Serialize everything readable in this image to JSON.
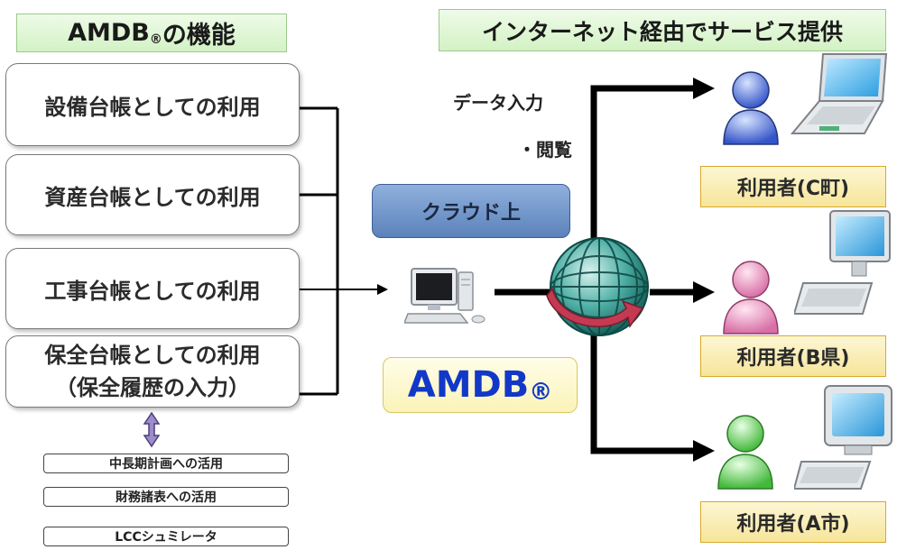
{
  "left_title": {
    "main": "AMDB",
    "mark": "®",
    "suffix": "の機能"
  },
  "right_title": "インターネット経由でサービス提供",
  "functions": [
    {
      "line1": "設備台帳としての利用",
      "line2": ""
    },
    {
      "line1": "資産台帳としての利用",
      "line2": ""
    },
    {
      "line1": "工事台帳としての利用",
      "line2": ""
    },
    {
      "line1": "保全台帳としての利用",
      "line2": "（保全履歴の入力）"
    }
  ],
  "sub_uses": [
    "中長期計画への活用",
    "財務諸表への活用",
    "LCCシュミレータ"
  ],
  "data_input": {
    "line1": "データ入力",
    "line2": "・閲覧"
  },
  "cloud_label": "クラウド上",
  "amdb_logo": {
    "text": "AMDB",
    "mark": "®"
  },
  "users": [
    "利用者(C町)",
    "利用者(B県)",
    "利用者(A市)"
  ],
  "icons": {
    "server": "desktop-computer-icon",
    "globe": "globe-icon",
    "user_colors": [
      "#4a73d9",
      "#e58fc0",
      "#5fcf5a"
    ],
    "devices": [
      "laptop-icon",
      "desktop-monitor-icon",
      "crt-computer-icon"
    ]
  }
}
